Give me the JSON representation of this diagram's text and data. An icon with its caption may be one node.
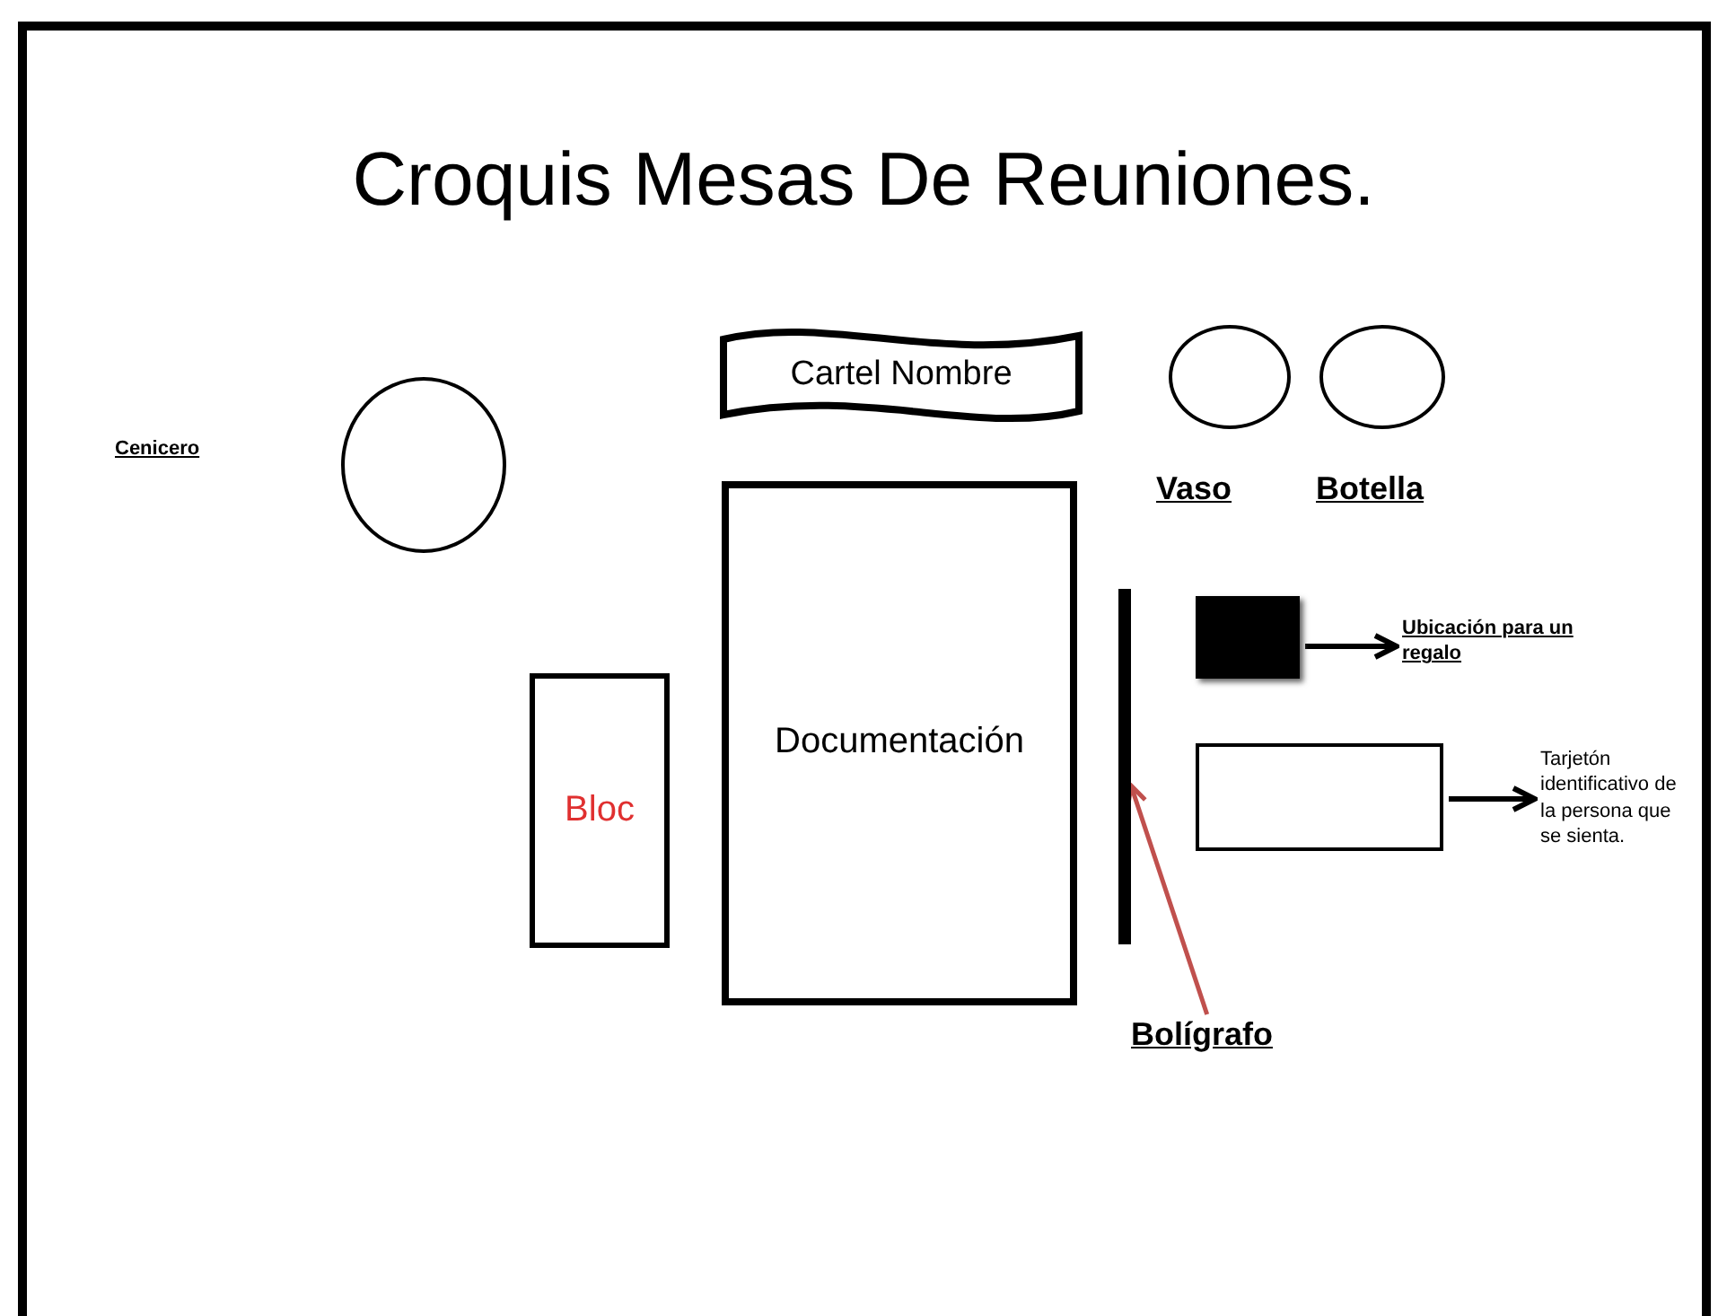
{
  "diagram": {
    "title": "Croquis Mesas De Reuniones.",
    "nodes": [
      {
        "text": [],
        "shape": "circle"
      },
      {
        "text": [
          "Cartel Nombre"
        ]
      },
      {
        "text": [],
        "shape": "circle",
        "beside": [
          "Vaso"
        ]
      },
      {
        "text": [],
        "shape": "circle",
        "beside": [
          "Botella"
        ]
      },
      {
        "text": [
          "Documentación"
        ]
      },
      {
        "text": [],
        "shape": "bar"
      },
      {
        "text": [],
        "shape": "box"
      },
      {
        "text": [
          "Ubicación  para un regalo"
        ]
      },
      {
        "text": [
          "Bloc"
        ]
      },
      {
        "text": [],
        "shape": "box"
      },
      {
        "text": [
          "Tarjetón identificativo de la persona que se sienta."
        ]
      },
      {
        "text": [
          "Bolígrafo"
        ]
      }
    ],
    "edges": [
      {
        "from": 6,
        "to": 7,
        "arrow": "to"
      },
      {
        "from": 9,
        "to": 10,
        "arrow": "to"
      },
      {
        "from": 11,
        "to": 5,
        "arrow": "to",
        "color": "#c0504d"
      }
    ],
    "labels": [
      "Cenicero"
    ]
  }
}
